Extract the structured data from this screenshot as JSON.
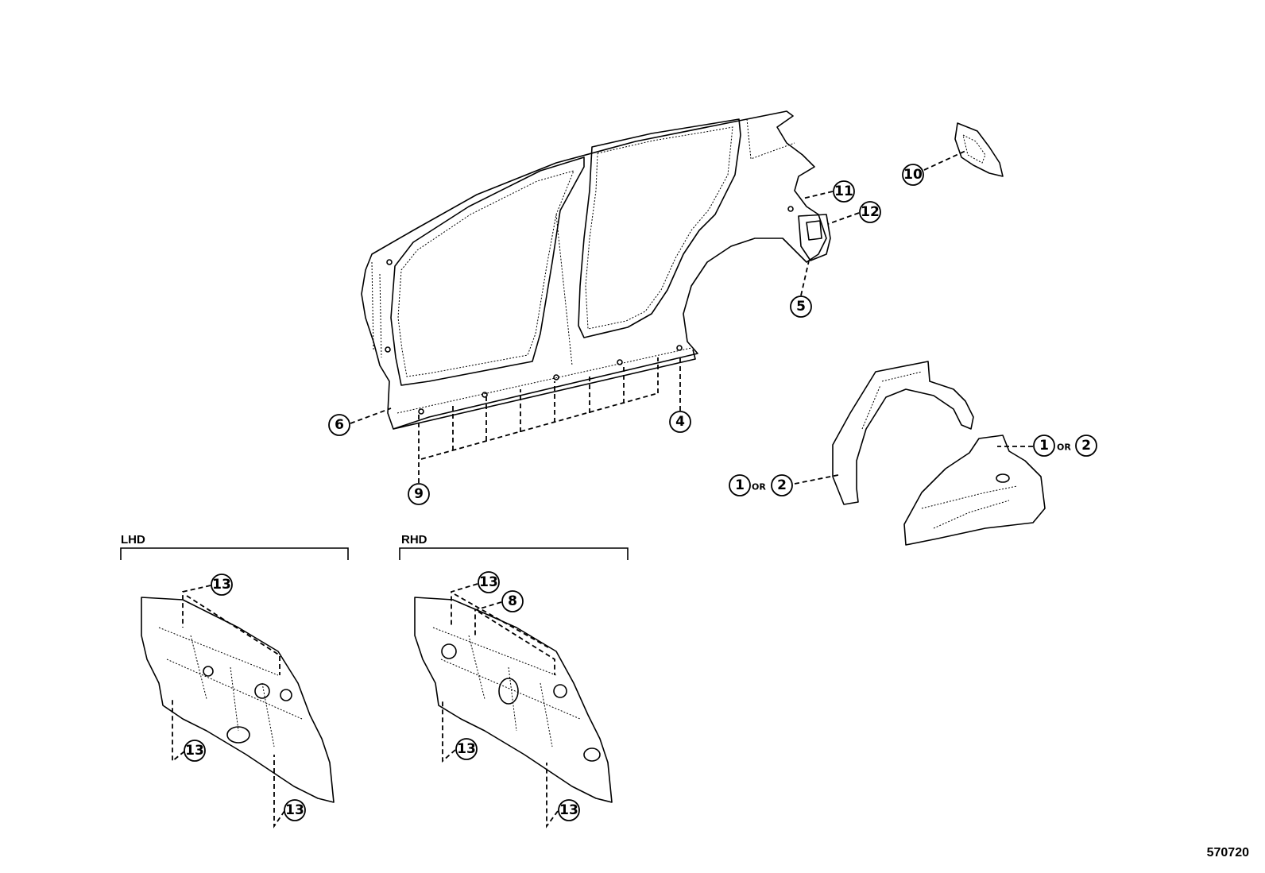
{
  "reference_code": "570720",
  "groups": {
    "lhd": "LHD",
    "rhd": "RHD"
  },
  "or_word": "OR",
  "callouts": {
    "c4": "4",
    "c5": "5",
    "c6": "6",
    "c9": "9",
    "c10": "10",
    "c11": "11",
    "c12": "12",
    "c1a": "1",
    "c2a": "2",
    "c1b": "1",
    "c2b": "2",
    "c13a": "13",
    "c13b": "13",
    "c13c": "13",
    "c13d": "13",
    "c13e": "13",
    "c13f": "13",
    "c8": "8"
  }
}
